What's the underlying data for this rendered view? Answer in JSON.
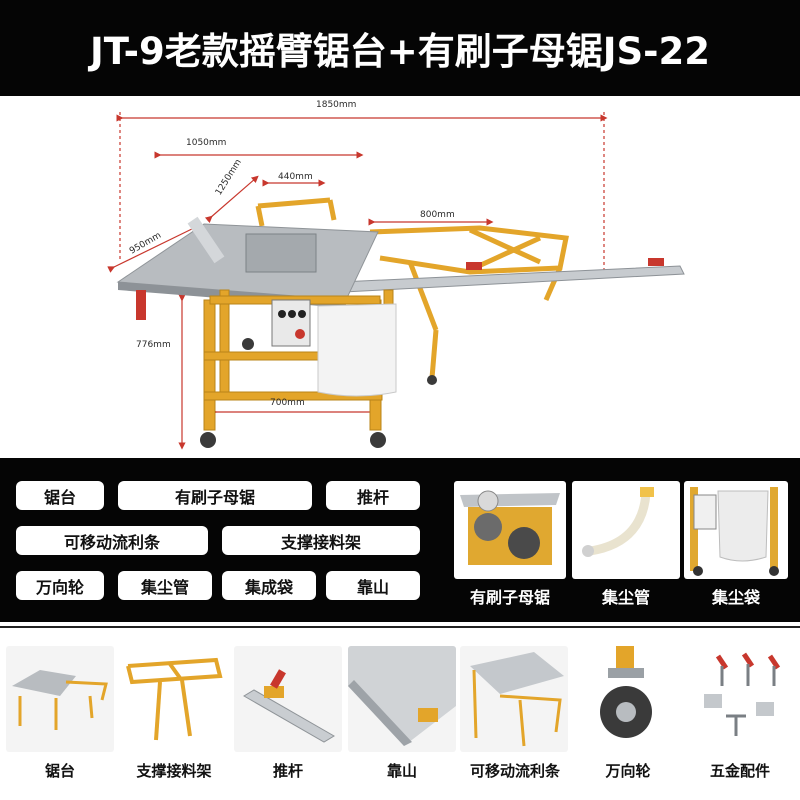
{
  "title": "JT-9老款摇臂锯台+有刷子母锯JS-22",
  "dimensions": {
    "total_length": "1850mm",
    "slide_length": "1050mm",
    "table_width": "440mm",
    "arm_length": "1250mm",
    "table_depth": "950mm",
    "extension": "800mm",
    "height": "776mm",
    "leg_span": "700mm"
  },
  "tags": [
    "锯台",
    "有刷子母锯",
    "推杆",
    "可移动流利条",
    "支撑接料架",
    "万向轮",
    "集尘管",
    "集成袋",
    "靠山"
  ],
  "mid_captions": [
    "有刷子母锯",
    "集尘管",
    "集尘袋"
  ],
  "bottom_captions": [
    "锯台",
    "支撑接料架",
    "推杆",
    "靠山",
    "可移动流利条",
    "万向轮",
    "五金配件"
  ],
  "colors": {
    "frame": "#e3a52a",
    "table": "#b8bcc0",
    "header": "#050505",
    "accent": "#d23a2a"
  }
}
